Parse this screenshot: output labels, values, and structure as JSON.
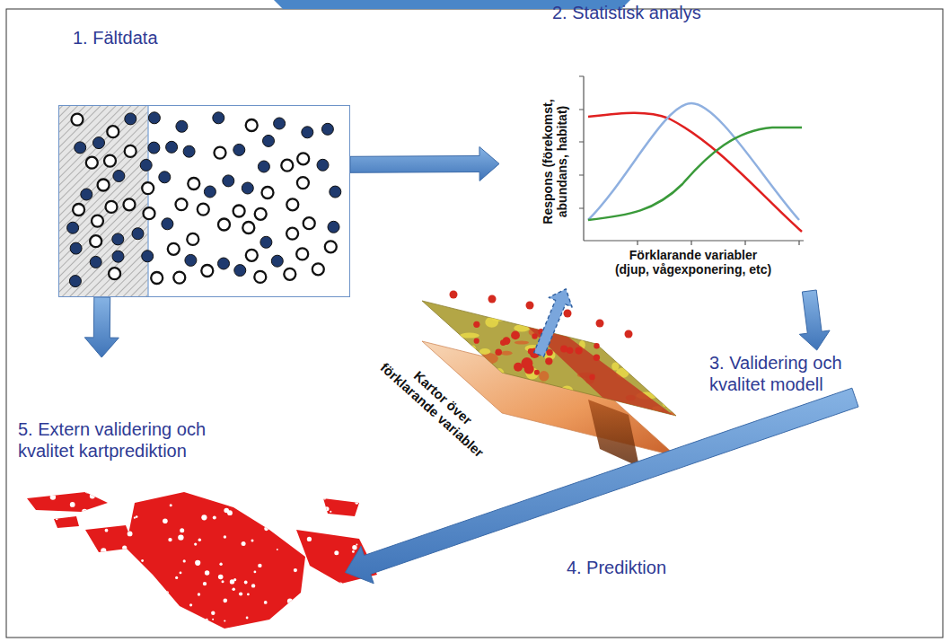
{
  "diagram": {
    "nodes": [
      {
        "text": [
          "1. Fältdata"
        ]
      },
      {
        "text": [
          "2. Statistisk analys",
          "Respons (förekomst, abundans, habitat)",
          "Förklarande variabler (djup, vågexponering, etc)"
        ]
      },
      {
        "text": [
          "Kartor över förklarande variabler"
        ]
      },
      {
        "text": [
          "3. Validering och kvalitet modell"
        ]
      },
      {
        "text": [
          "5. Extern validering och kvalitet kartprediktion"
        ]
      }
    ],
    "edges": [
      {
        "from": 0,
        "to": 1,
        "arrow": "to"
      },
      {
        "from": 0,
        "to": 4,
        "arrow": "to"
      },
      {
        "from": 1,
        "to": 3,
        "arrow": "to"
      },
      {
        "from": 2,
        "to": 1,
        "arrow": "to"
      },
      {
        "from": 3,
        "to": 4,
        "arrow": "to",
        "label": "4. Prediktion"
      }
    ]
  }
}
